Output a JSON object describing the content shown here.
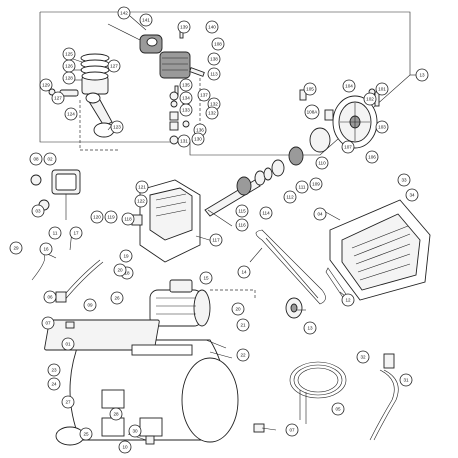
{
  "diagram": {
    "labels": [
      {
        "text": "13"
      },
      {
        "text": "142"
      },
      {
        "text": "141"
      },
      {
        "text": "139"
      },
      {
        "text": "140"
      },
      {
        "text": "108"
      },
      {
        "text": "138"
      },
      {
        "text": "113"
      },
      {
        "text": "125"
      },
      {
        "text": "126"
      },
      {
        "text": "128"
      },
      {
        "text": "127"
      },
      {
        "text": "129"
      },
      {
        "text": "127"
      },
      {
        "text": "124"
      },
      {
        "text": "123"
      },
      {
        "text": "135"
      },
      {
        "text": "134"
      },
      {
        "text": "133"
      },
      {
        "text": "132"
      },
      {
        "text": "131"
      },
      {
        "text": "136"
      },
      {
        "text": "137"
      },
      {
        "text": "132"
      },
      {
        "text": "130"
      },
      {
        "text": "105"
      },
      {
        "text": "104"
      },
      {
        "text": "102"
      },
      {
        "text": "101"
      },
      {
        "text": "108A"
      },
      {
        "text": "103"
      },
      {
        "text": "107"
      },
      {
        "text": "106"
      },
      {
        "text": "110"
      },
      {
        "text": "109"
      },
      {
        "text": "111"
      },
      {
        "text": "112"
      },
      {
        "text": "114"
      },
      {
        "text": "115"
      },
      {
        "text": "116"
      },
      {
        "text": "08"
      },
      {
        "text": "02"
      },
      {
        "text": "03"
      },
      {
        "text": "121"
      },
      {
        "text": "122"
      },
      {
        "text": "120"
      },
      {
        "text": "119"
      },
      {
        "text": "118"
      },
      {
        "text": "117"
      },
      {
        "text": "11"
      },
      {
        "text": "17"
      },
      {
        "text": "16"
      },
      {
        "text": "19"
      },
      {
        "text": "18"
      },
      {
        "text": "15"
      },
      {
        "text": "09"
      },
      {
        "text": "06"
      },
      {
        "text": "26"
      },
      {
        "text": "20"
      },
      {
        "text": "21"
      },
      {
        "text": "07"
      },
      {
        "text": "01"
      },
      {
        "text": "22"
      },
      {
        "text": "23"
      },
      {
        "text": "24"
      },
      {
        "text": "27"
      },
      {
        "text": "25"
      },
      {
        "text": "28"
      },
      {
        "text": "30"
      },
      {
        "text": "10"
      },
      {
        "text": "07"
      },
      {
        "text": "33"
      },
      {
        "text": "34"
      },
      {
        "text": "04"
      },
      {
        "text": "14"
      },
      {
        "text": "12"
      },
      {
        "text": "13"
      },
      {
        "text": "05"
      },
      {
        "text": "32"
      },
      {
        "text": "31"
      },
      {
        "text": "29"
      },
      {
        "text": "20"
      }
    ]
  }
}
